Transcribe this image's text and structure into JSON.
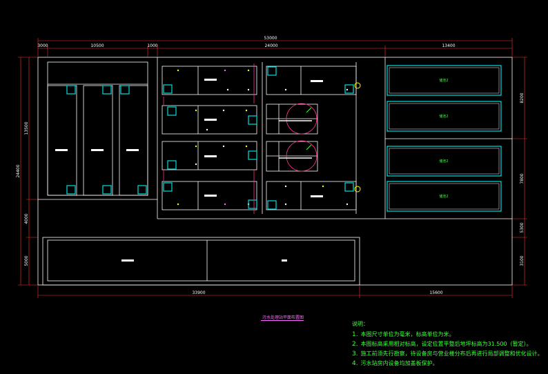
{
  "dimensions": {
    "top_total": "53000",
    "top_segments": [
      "3000",
      "10500",
      "1000",
      "24000",
      "13400"
    ],
    "bottom_segments": [
      "33900",
      "15600"
    ],
    "left_total": "24400",
    "left_upper": "13500",
    "left_mid": "4000",
    "left_lower": "5000",
    "right_upper": "8200",
    "right_mid": "7800",
    "right_lower1": "5300",
    "right_lower2": "3100"
  },
  "tank_labels": [
    "储池2",
    "储池2",
    "储池2",
    "储池2"
  ],
  "title": "污水处理站平面布置图",
  "notes": {
    "heading": "说明：",
    "items": [
      {
        "num": "1.",
        "text": "本图尺寸单位为毫米，标高单位为米。"
      },
      {
        "num": "2.",
        "text": "本图标高采用相对标高，设定位置平整后地坪标高为31.500（暂定）。"
      },
      {
        "num": "3.",
        "text": "施工前须先行勘察，待设备房与营业楼分布后再进行局部调整和优化设计。"
      },
      {
        "num": "4.",
        "text": "污水站房内设备均加盖板保护。"
      }
    ]
  },
  "colors": {
    "line": "#ffffff",
    "dim_line": "#ff3030",
    "tank": "#00e0e0",
    "accent_green": "#40ff40",
    "accent_magenta": "#ff66ff",
    "accent_yellow": "#ffff00"
  }
}
